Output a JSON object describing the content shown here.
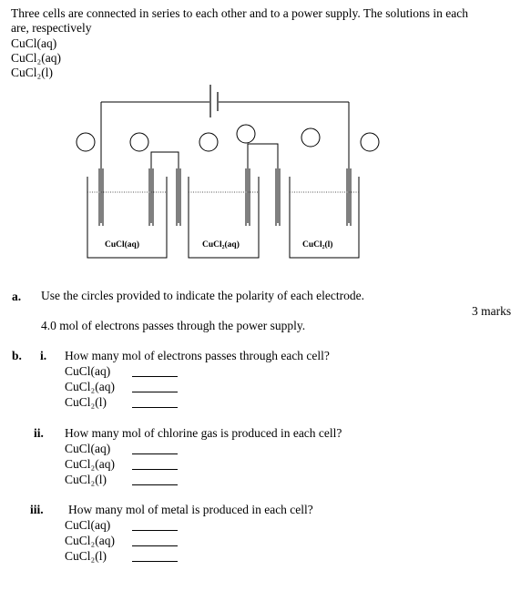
{
  "intro": {
    "line1": "Three cells are connected in series to each other and to a power supply. The solutions in each",
    "line2": "are, respectively",
    "solutions": [
      "CuCl(aq)",
      "CuCl₂(aq)",
      "CuCl₂(l)"
    ]
  },
  "diagram": {
    "beaker_labels": [
      "CuCl(aq)",
      "CuCl₂(aq)",
      "CuCl₂(l)"
    ]
  },
  "part_a": {
    "label": "a.",
    "text": "Use the circles provided to indicate the polarity of each electrode.",
    "marks": "3 marks",
    "info": "4.0 mol of electrons passes through the power supply."
  },
  "part_b": {
    "label": "b.",
    "questions": [
      {
        "num": "i.",
        "text": "How many mol of electrons passes through each cell?",
        "items": [
          "CuCl(aq)",
          "CuCl₂(aq)",
          "CuCl₂(l)"
        ]
      },
      {
        "num": "ii.",
        "text": "How many mol of chlorine gas is produced in each cell?",
        "items": [
          "CuCl(aq)",
          "CuCl₂(aq)",
          "CuCl₂(l)"
        ]
      },
      {
        "num": "iii.",
        "text": "How many mol of metal is produced in each cell?",
        "items": [
          "CuCl(aq)",
          "CuCl₂(aq)",
          "CuCl₂(l)"
        ]
      }
    ]
  }
}
